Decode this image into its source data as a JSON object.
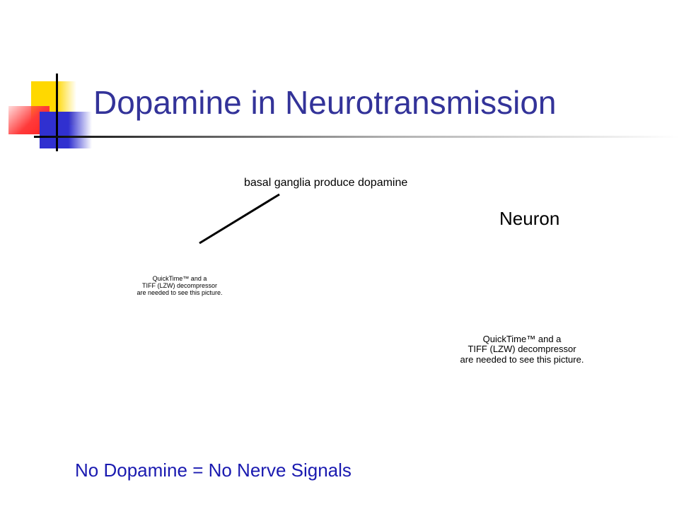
{
  "slide": {
    "title": "Dopamine in Neurotransmission",
    "annotation": "basal ganglia produce dopamine",
    "neuron_label": "Neuron",
    "image_placeholder_small": {
      "line1": "QuickTime™ and a",
      "line2": "TIFF (LZW) decompressor",
      "line3": "are needed to see this picture."
    },
    "image_placeholder_large": {
      "line1": "QuickTime™ and a",
      "line2": "TIFF (LZW) decompressor",
      "line3": "are needed to see this picture."
    },
    "footer": "No Dopamine = No Nerve Signals"
  },
  "colors": {
    "title": "#333399",
    "footer": "#1a1ab0",
    "logo_yellow": "#ffd800",
    "logo_red": "#ff3a3a",
    "logo_blue": "#3030d0"
  }
}
